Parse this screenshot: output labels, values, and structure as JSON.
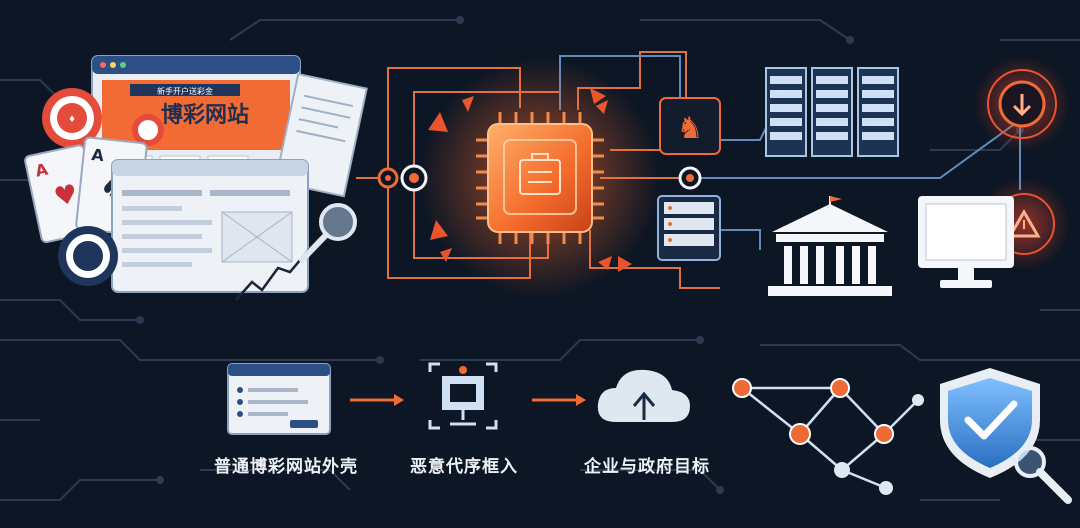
{
  "header": {
    "title_partial": "…"
  },
  "left_cluster": {
    "banner_text": "博彩网站",
    "banner_small": "新手开户送彩金"
  },
  "flow": {
    "steps": [
      {
        "label": "普通博彩网站外壳"
      },
      {
        "label": "恶意代序框入"
      },
      {
        "label": "企业与政府目标"
      }
    ]
  },
  "colors": {
    "bg": "#0d1624",
    "line": "#2c3b52",
    "accent": "#f06a35",
    "cyan": "#6fa6d6",
    "light": "#dfe7f1"
  }
}
